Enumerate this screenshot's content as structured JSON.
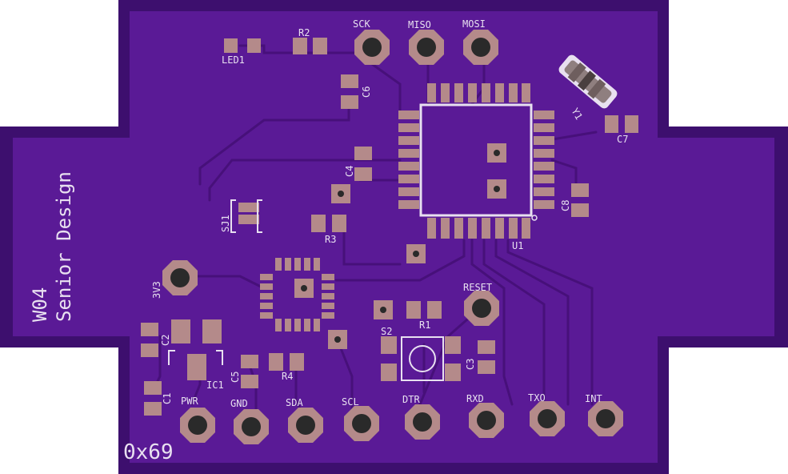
{
  "colors": {
    "board_dark": "#3d0f6e",
    "board_light": "#5a1a96",
    "copper_pad": "#b48a8a",
    "silkscreen": "#e8e0f0",
    "drill": "#2a2a2a"
  },
  "board_text": {
    "title_line1": "W04",
    "title_line2": "Senior Design",
    "address": "0x69"
  },
  "top_headers": {
    "sck": "SCK",
    "miso": "MISO",
    "mosi": "MOSI"
  },
  "bottom_headers": {
    "pwr": "PWR",
    "gnd": "GND",
    "sda": "SDA",
    "scl": "SCL",
    "dtr": "DTR",
    "rxd": "RXD",
    "txo": "TXO",
    "int": "INT"
  },
  "parts": {
    "led1": "LED1",
    "r2": "R2",
    "c6": "C6",
    "y1": "Y1",
    "c7": "C7",
    "c4": "C4",
    "c8": "C8",
    "u1": "U1",
    "sj1": "SJ1",
    "r3": "R3",
    "v3": "3V3",
    "reset": "RESET",
    "r1": "R1",
    "s2": "S2",
    "c3": "C3",
    "c2": "C2",
    "ic1": "IC1",
    "c5": "C5",
    "r4": "R4",
    "c1": "C1"
  }
}
